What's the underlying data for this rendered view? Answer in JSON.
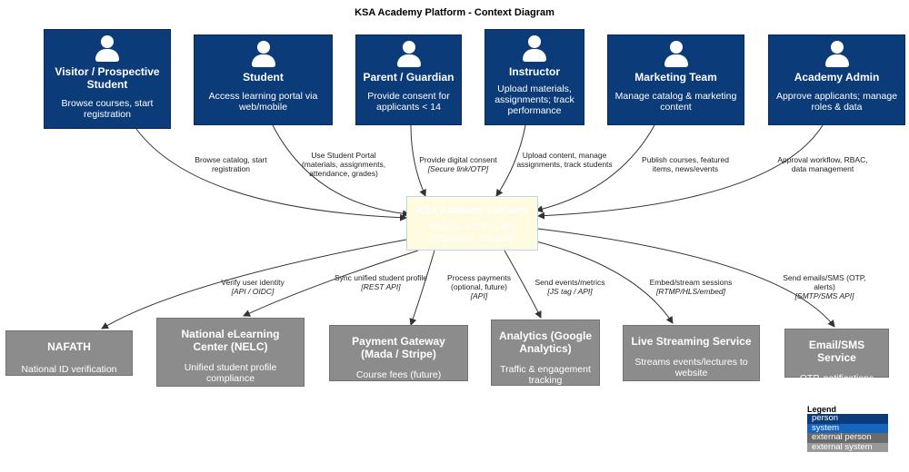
{
  "title": "KSA Academy Platform - Context Diagram",
  "persons": [
    {
      "name": "Visitor / Prospective Student",
      "desc": "Browse courses, start registration"
    },
    {
      "name": "Student",
      "desc": "Access learning portal via web/mobile"
    },
    {
      "name": "Parent / Guardian",
      "desc": "Provide consent for applicants < 14"
    },
    {
      "name": "Instructor",
      "desc": "Upload materials, assignments; track performance"
    },
    {
      "name": "Marketing Team",
      "desc": "Manage catalog & marketing content"
    },
    {
      "name": "Academy Admin",
      "desc": "Approve applicants; manage roles & data"
    }
  ],
  "system": {
    "name": "KSA Academy Platform",
    "desc": "Website + SIS + LMS (responsive, bilingual)"
  },
  "externals": [
    {
      "name": "NAFATH",
      "desc": "National ID verification"
    },
    {
      "name": "National eLearning Center (NELC)",
      "desc": "Unified student profile compliance"
    },
    {
      "name": "Payment Gateway (Mada / Stripe)",
      "desc": "Course fees (future)"
    },
    {
      "name": "Analytics (Google Analytics)",
      "desc": "Traffic & engagement tracking"
    },
    {
      "name": "Live Streaming Service",
      "desc": "Streams events/lectures to website"
    },
    {
      "name": "Email/SMS Service",
      "desc": "OTP, notifications"
    }
  ],
  "in_edges": [
    {
      "label": "Browse catalog, start registration",
      "tech": ""
    },
    {
      "label": "Use Student Portal (materials, assignments, attendance, grades)",
      "tech": ""
    },
    {
      "label": "Provide digital consent",
      "tech": "[Secure link/OTP]"
    },
    {
      "label": "Upload content, manage assignments, track students",
      "tech": ""
    },
    {
      "label": "Publish courses, featured items, news/events",
      "tech": ""
    },
    {
      "label": "Approval workflow, RBAC, data management",
      "tech": ""
    }
  ],
  "out_edges": [
    {
      "label": "Verify user identity",
      "tech": "[API / OIDC]"
    },
    {
      "label": "Sync unified student profile",
      "tech": "[REST API]"
    },
    {
      "label": "Process payments (optional, future)",
      "tech": "[API]"
    },
    {
      "label": "Send events/metrics",
      "tech": "[JS tag / API]"
    },
    {
      "label": "Embed/stream sessions",
      "tech": "[RTMP/HLS/embed]"
    },
    {
      "label": "Send emails/SMS (OTP, alerts)",
      "tech": "[SMTP/SMS API]"
    }
  ],
  "legend": {
    "title": "Legend",
    "items": [
      {
        "label": "person",
        "color": "#0b3b78"
      },
      {
        "label": "system",
        "color": "#1565c0"
      },
      {
        "label": "external person",
        "color": "#6b6b6b"
      },
      {
        "label": "external system",
        "color": "#999999"
      }
    ]
  }
}
